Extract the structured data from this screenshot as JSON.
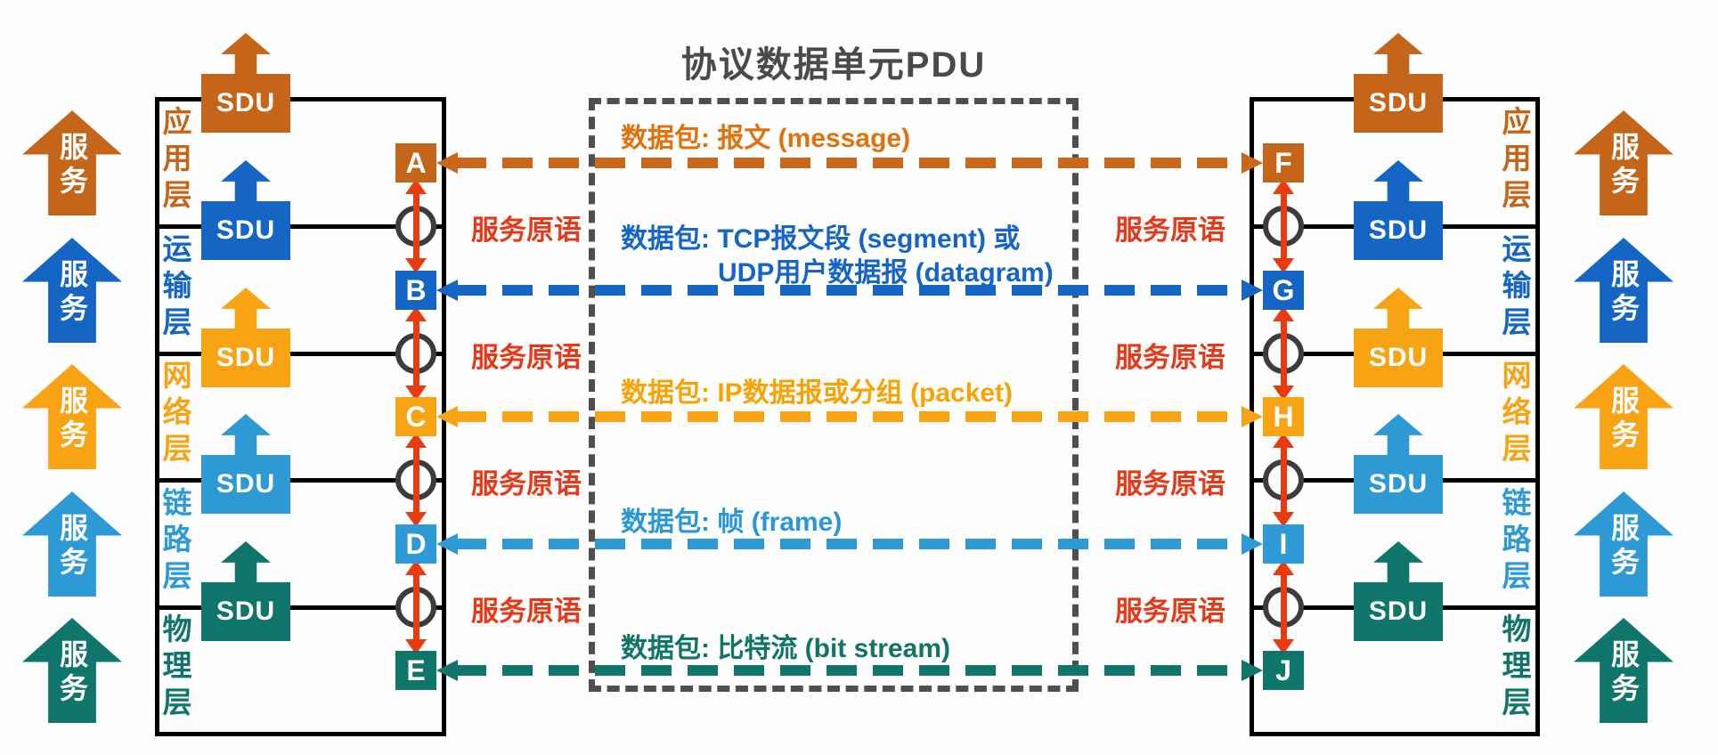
{
  "title": "协议数据单元PDU",
  "labels": {
    "sdu": "SDU",
    "service": "服务",
    "service_primitive": "服务原语"
  },
  "layers": [
    {
      "name": "应用层",
      "left_letter": "A",
      "right_letter": "F",
      "color": "#c4651a"
    },
    {
      "name": "运输层",
      "left_letter": "B",
      "right_letter": "G",
      "color": "#1566c4"
    },
    {
      "name": "网络层",
      "left_letter": "C",
      "right_letter": "H",
      "color": "#f8a313"
    },
    {
      "name": "链路层",
      "left_letter": "D",
      "right_letter": "I",
      "color": "#2e9ad5"
    },
    {
      "name": "物理层",
      "left_letter": "E",
      "right_letter": "J",
      "color": "#10756a"
    }
  ],
  "pdu_rows": [
    {
      "text": "数据包: 报文 (message)",
      "color": "#e0720e"
    },
    {
      "text": "数据包: TCP报文段 (segment) 或",
      "text2": "UDP用户数据报 (datagram)",
      "color": "#1564c8"
    },
    {
      "text": "数据包: IP数据报或分组 (packet)",
      "color": "#f9a303"
    },
    {
      "text": "数据包: 帧 (frame)",
      "color": "#2b96d4"
    },
    {
      "text": "数据包: 比特流 (bit stream)",
      "color": "#0e7568"
    }
  ],
  "palette": {
    "service_primitive_red": "#e6391a",
    "arrow_red": "#e93a10",
    "ring_gray": "#3c3c3c",
    "dashed_box_gray": "#4f4f4f",
    "title_gray": "#4a4a4a"
  }
}
